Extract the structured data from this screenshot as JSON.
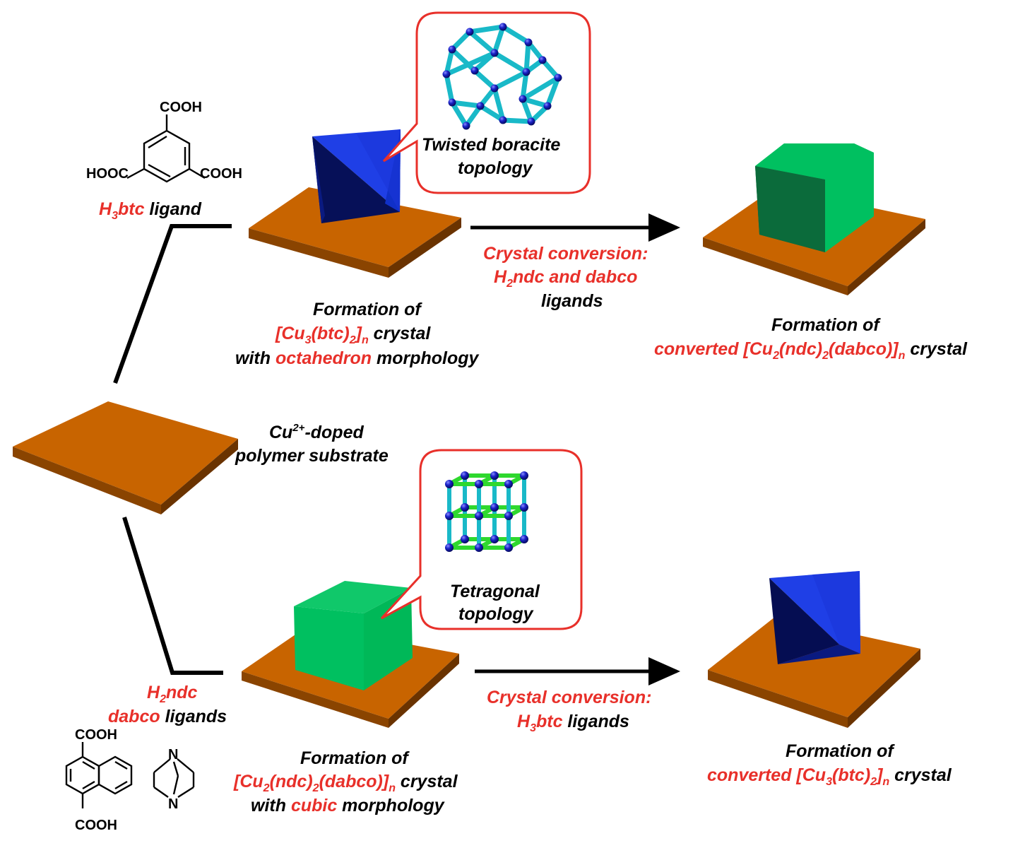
{
  "colors": {
    "substrate_top": "#c86400",
    "substrate_side": "#7a3b00",
    "octa_dark": "#050d52",
    "octa_mid": "#0a2aa8",
    "octa_light": "#1f3fe6",
    "cube_front": "#00b858",
    "cube_top": "#0fc76a",
    "cube_side": "#006f3c",
    "highlight_red": "#e8302a",
    "callout_border": "#e8302a",
    "node_blue": "#1a22c8",
    "rod_cyan": "#19b9c8",
    "rod_green": "#2ed82e"
  },
  "chem": {
    "btc": {
      "cooh_top": "COOH",
      "hooc_left": "HOOC",
      "cooh_right": "COOH"
    },
    "ndc": {
      "cooh_top": "COOH",
      "cooh_bottom": "COOH"
    },
    "dabco": {
      "n_top": "N",
      "n_bottom": "N"
    }
  },
  "substrate": {
    "line1_base": "Cu",
    "line1_sup": "2+",
    "line1_rest": "-doped",
    "line2": "polymer substrate"
  },
  "top_branch": {
    "ligand_sub_pre": "H",
    "ligand_sub": "3",
    "ligand_sub_post": "btc",
    "ligand_word": " ligand",
    "callout": {
      "line1": "Twisted boracite",
      "line2": "topology"
    },
    "formation": {
      "line1": "Formation of",
      "l2_a": "[Cu",
      "l2_sub1": "3",
      "l2_b": "(btc)",
      "l2_sub2": "2",
      "l2_c": "]",
      "l2_sub3": "n",
      "l2_d": " crystal",
      "l3_a": "with ",
      "l3_b": "octahedron",
      "l3_c": " morphology"
    },
    "conversion": {
      "line1": "Crystal conversion:",
      "l2_a": "H",
      "l2_sub": "2",
      "l2_b": "ndc and dabco",
      "line3": "ligands"
    },
    "result": {
      "line1": "Formation of",
      "l2_a": "converted [Cu",
      "l2_sub1": "2",
      "l2_b": "(ndc)",
      "l2_sub2": "2",
      "l2_c": "(dabco)]",
      "l2_sub3": "n",
      "l2_d": " crystal"
    }
  },
  "bottom_branch": {
    "ligand_l1_a": "H",
    "ligand_l1_sub": "2",
    "ligand_l1_b": "ndc",
    "ligand_l2_a": "dabco",
    "ligand_l2_b": " ligands",
    "callout": {
      "line1": "Tetragonal",
      "line2": "topology"
    },
    "formation": {
      "line1": "Formation of",
      "l2_a": "[Cu",
      "l2_sub1": "2",
      "l2_b": "(ndc)",
      "l2_sub2": "2",
      "l2_c": "(dabco)]",
      "l2_sub3": "n",
      "l2_d": " crystal",
      "l3_a": "with ",
      "l3_b": "cubic",
      "l3_c": " morphology"
    },
    "conversion": {
      "line1": "Crystal conversion:",
      "l2_a": "H",
      "l2_sub": "3",
      "l2_b": "btc",
      "l2_c": " ligands"
    },
    "result": {
      "line1": "Formation of",
      "l2_a": "converted [Cu",
      "l2_sub1": "3",
      "l2_b": "(btc)",
      "l2_sub2": "2",
      "l2_c": "]",
      "l2_sub3": "n",
      "l2_d": " crystal"
    }
  }
}
